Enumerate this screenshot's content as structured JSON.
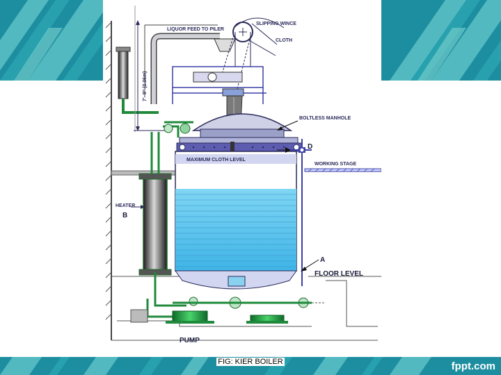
{
  "diagram": {
    "labels": {
      "slipping_wince": "SLIPPING WINCE",
      "liquor_feed": "LIQUOR FEED TO PILER",
      "cloth": "CLOTH",
      "height_dim": "7'- 9\" (2.36m)",
      "boltless_manhole": "BOLTLESS MANHOLE",
      "marker_d": "D",
      "maximum_cloth_level": "MAXIMUM CLOTH LEVEL",
      "working_stage": "WORKING STAGE",
      "heater": "HEATER",
      "marker_b": "B",
      "marker_a": "A",
      "floor_level": "FLOOR LEVEL",
      "pump": "PUMP"
    }
  },
  "caption": "FIG: KIER BOILER",
  "brand": "fppt.com",
  "colors": {
    "band_dark": "#1d8ea0",
    "band_light": "#6cc7c7",
    "water": "#59c6f0",
    "pipe_green": "#1f8a3b",
    "frame_blue": "#3b3fa6",
    "line_dark": "#2a2a5a"
  }
}
